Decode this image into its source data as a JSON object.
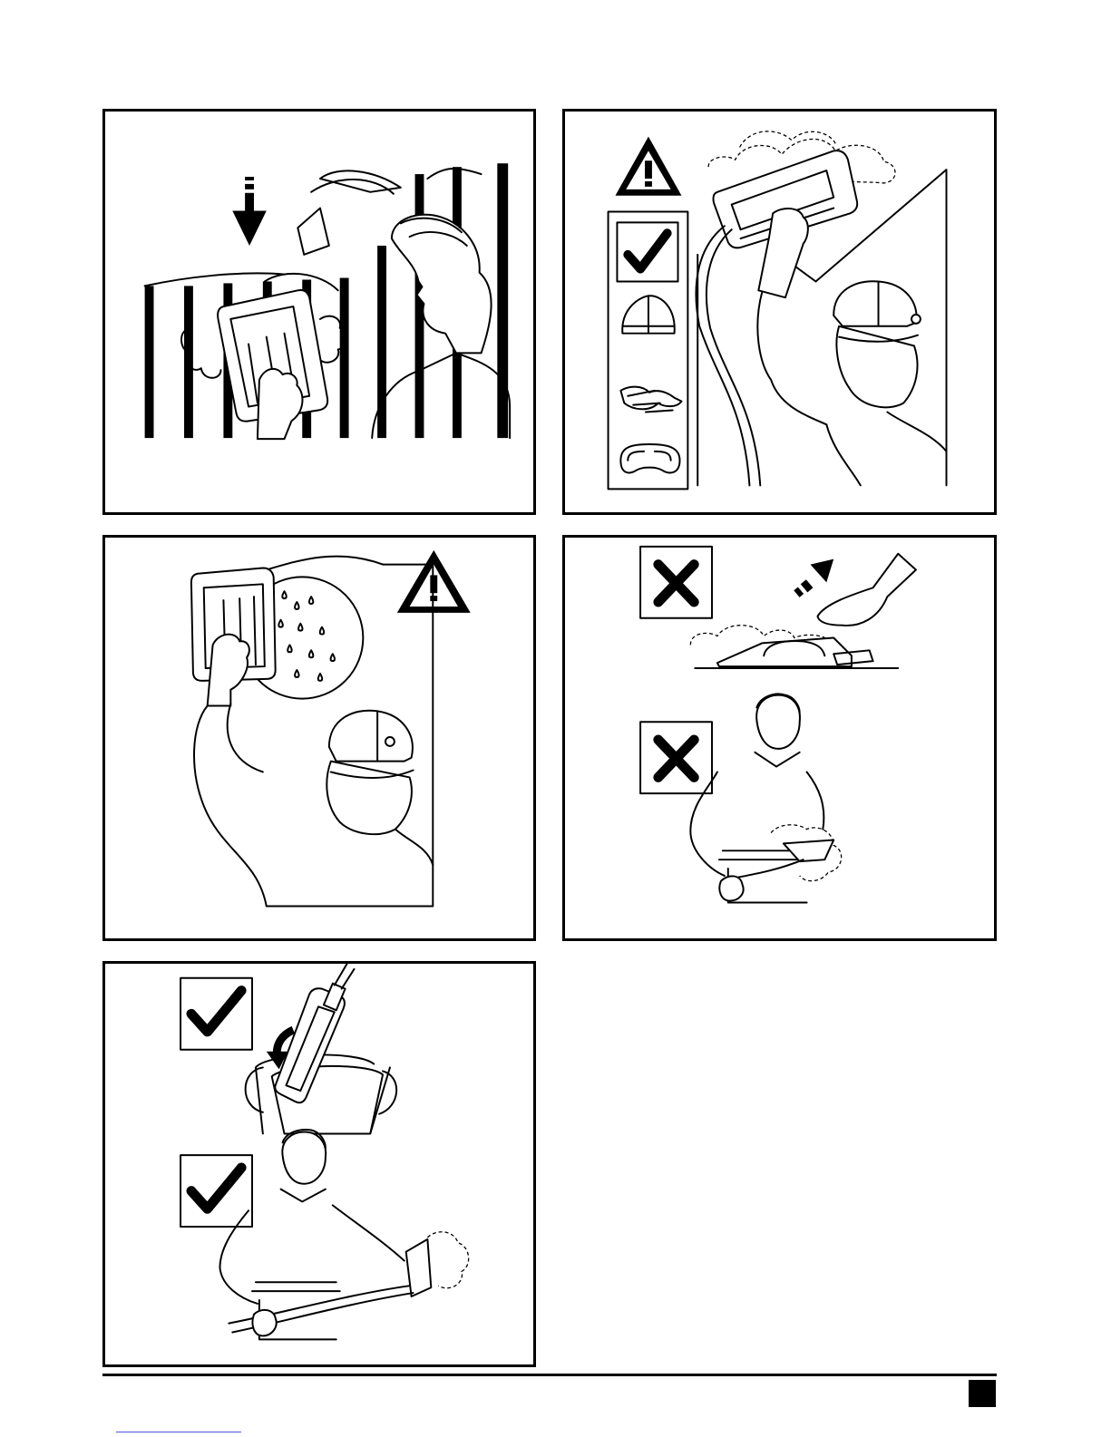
{
  "page": {
    "background": "#ffffff",
    "ink": "#000000",
    "link_underline_color": "#4a58d8"
  },
  "panels": [
    {
      "id": "wallpaper-stripping",
      "icons": [
        "down-arrow-icon"
      ]
    },
    {
      "id": "ppe-required",
      "icons": [
        "warning-triangle-icon",
        "check-mark-icon",
        "safety-cap-icon",
        "gloves-icon",
        "goggles-icon"
      ]
    },
    {
      "id": "hot-water-drips",
      "icons": [
        "warning-triangle-icon"
      ]
    },
    {
      "id": "do-not-touch-plate",
      "icons": [
        "cross-mark-icon",
        "up-arrow-icon",
        "cross-mark-icon"
      ]
    },
    {
      "id": "correct-storage",
      "icons": [
        "check-mark-icon",
        "curved-arrow-icon",
        "check-mark-icon"
      ]
    }
  ]
}
